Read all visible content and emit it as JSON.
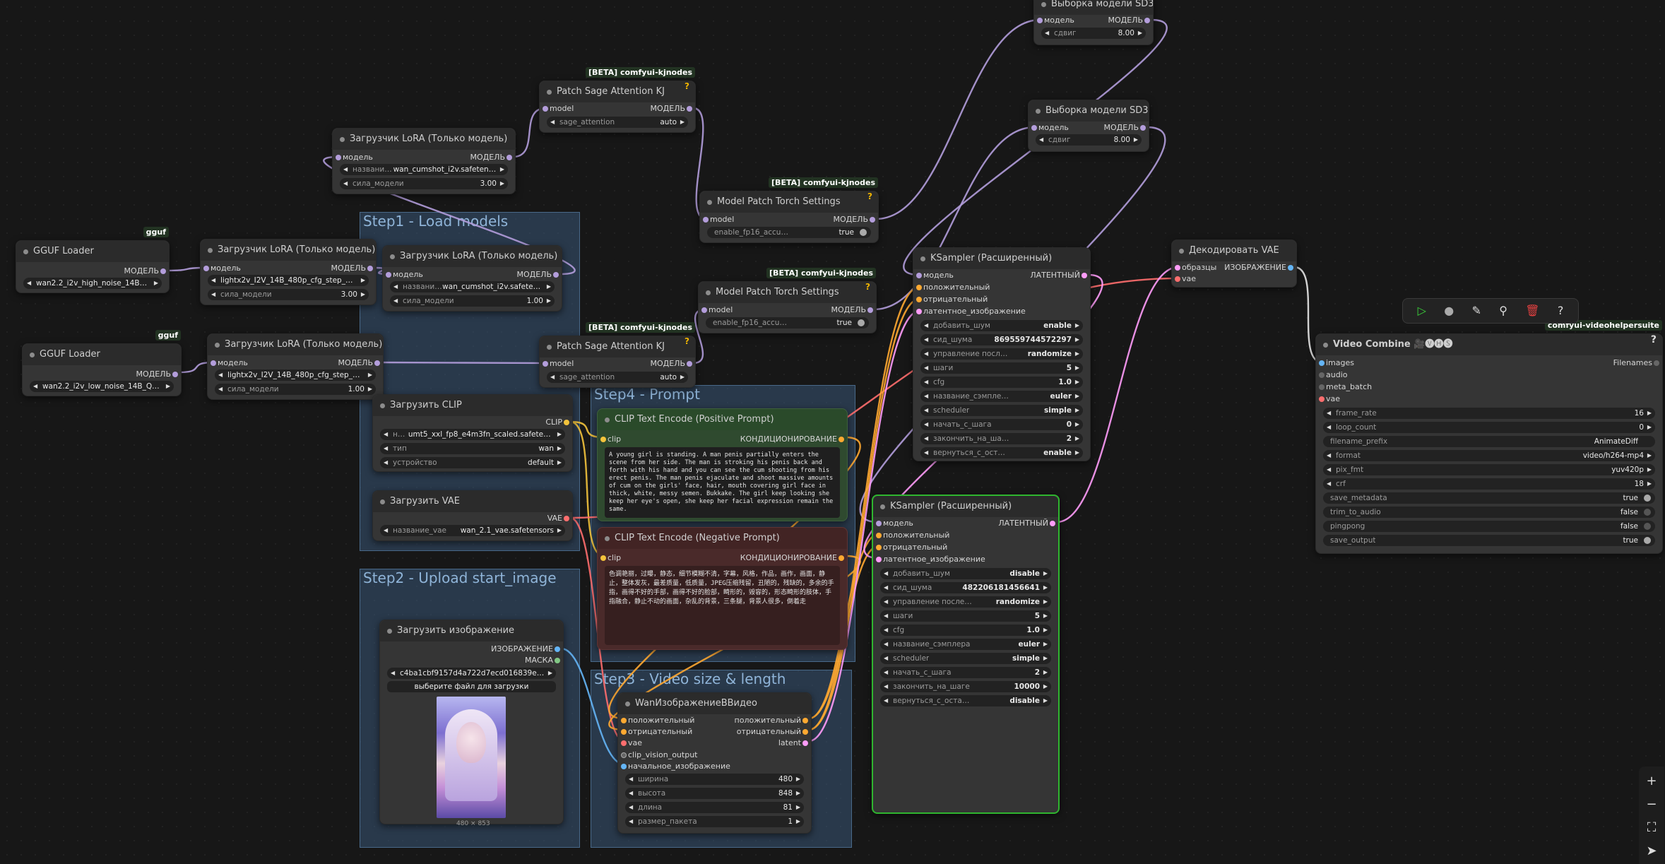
{
  "colors": {
    "model": "#b39ddb",
    "clip": "#f3c33c",
    "vae": "#ff6e6e",
    "cond": "#ffa931",
    "latent": "#ff9cf9",
    "image": "#64b5f6",
    "sage": "#8a8a8a"
  },
  "groups": {
    "g1": "Step1 - Load models",
    "g2": "Step2 - Upload start_image",
    "g3": "Step3 - Video size & length",
    "g4": "Step4 - Prompt"
  },
  "nodes": {
    "gguf1": {
      "title": "GGUF Loader",
      "badge": "gguf",
      "out": "МОДЕЛЬ",
      "w_value": "wan2.2_i2v_high_noise_14B_Q..."
    },
    "gguf2": {
      "title": "GGUF Loader",
      "badge": "gguf",
      "out": "МОДЕЛЬ",
      "w_value": "wan2.2_i2v_low_noise_14B_Q4 ..."
    },
    "lora1": {
      "title": "Загрузчик LoRA (Только модель)",
      "in": "модель",
      "out": "МОДЕЛЬ",
      "w1_label": "название...",
      "w1_value": "wan_cumshot_i2v.safetensors",
      "w2_label": "сила_модели",
      "w2_value": "3.00"
    },
    "lora2": {
      "title": "Загрузчик LoRA (Только модель)",
      "in": "модель",
      "out": "МОДЕЛЬ",
      "w1_value": "lightx2v_I2V_14B_480p_cfg_step_distill ...",
      "w2_label": "сила_модели",
      "w2_value": "3.00"
    },
    "lora3": {
      "title": "Загрузчик LoRA (Только модель)",
      "in": "модель",
      "out": "МОДЕЛЬ",
      "w1_label": "название...",
      "w1_value": "wan_cumshot_i2v.safetensors",
      "w2_label": "сила_модели",
      "w2_value": "1.00"
    },
    "lora4": {
      "title": "Загрузчик LoRA (Только модель)",
      "in": "модель",
      "out": "МОДЕЛЬ",
      "w1_value": "lightx2v_I2V_14B_480p_cfg_step_distill ...",
      "w2_label": "сила_модели",
      "w2_value": "1.00"
    },
    "sage1": {
      "title": "Patch Sage Attention KJ",
      "badge": "[BETA] comfyui-kjnodes",
      "q": "?",
      "in": "model",
      "out": "МОДЕЛЬ",
      "w_label": "sage_attention",
      "w_value": "auto"
    },
    "sage2": {
      "title": "Patch Sage Attention KJ",
      "badge": "[BETA] comfyui-kjnodes",
      "q": "?",
      "in": "model",
      "out": "МОДЕЛЬ",
      "w_label": "sage_attention",
      "w_value": "auto"
    },
    "torch1": {
      "title": "Model Patch Torch Settings",
      "badge": "[BETA] comfyui-kjnodes",
      "q": "?",
      "in": "model",
      "out": "МОДЕЛЬ",
      "w_label": "enable_fp16_accumulation",
      "w_value": "true"
    },
    "torch2": {
      "title": "Model Patch Torch Settings",
      "badge": "[BETA] comfyui-kjnodes",
      "q": "?",
      "in": "model",
      "out": "МОДЕЛЬ",
      "w_label": "enable_fp16_accumulation",
      "w_value": "true"
    },
    "sd3a": {
      "title": "Выборка модели SD3",
      "in": "модель",
      "out": "МОДЕЛЬ",
      "w_label": "сдвиг",
      "w_value": "8.00"
    },
    "sd3b": {
      "title": "Выборка модели SD3",
      "in": "модель",
      "out": "МОДЕЛЬ",
      "w_label": "сдвиг",
      "w_value": "8.00"
    },
    "clipload": {
      "title": "Загрузить CLIP",
      "out": "CLIP",
      "w1_label": "на...",
      "w1_value": "umt5_xxl_fp8_e4m3fn_scaled.safetensors",
      "w2_label": "тип",
      "w2_value": "wan",
      "w3_label": "устройство",
      "w3_value": "default"
    },
    "vaeload": {
      "title": "Загрузить VAE",
      "out": "VAE",
      "w_label": "название_vae",
      "w_value": "wan_2.1_vae.safetensors"
    },
    "imgload": {
      "title": "Загрузить изображение",
      "out1": "ИЗОБРАЖЕНИЕ",
      "out2": "МАСКА",
      "w_value": "c4ba1cbf9157d4a722d7ecd016839e6c.jpg",
      "button": "выберите файл для загрузки",
      "caption": "480 × 853"
    },
    "clippos": {
      "title": "CLIP Text Encode (Positive Prompt)",
      "in": "clip",
      "out": "КОНДИЦИОНИРОВАНИЕ",
      "text": "A young girl is standing. A man penis partially enters the scene from her side. The man is stroking his penis back and forth with his hand and you can see the cum shooting from his erect penis. The man penis ejaculate and shoot massive amounts of cum on the girls' face, hair, mouth covering girl face in thick, white, messy semen. Bukkake. The girl keep looking she keep her eye's open, she keep her facial expression remain the same."
    },
    "clipneg": {
      "title": "CLIP Text Encode (Negative Prompt)",
      "in": "clip",
      "out": "КОНДИЦИОНИРОВАНИЕ",
      "text": "色调艳丽，过曝，静态，细节模糊不清，字幕，风格，作品，画作，画面，静止，整体发灰，最差质量，低质量，JPEG压缩残留，丑陋的，残缺的，多余的手指，画得不好的手部，画得不好的脸部，畸形的，毁容的，形态畸形的肢体，手指融合，静止不动的画面，杂乱的背景，三条腿，背景人很多，倒着走"
    },
    "wan": {
      "title": "WanИзображениеВВидео",
      "in1": "положительный",
      "in2": "отрицательный",
      "in3": "vae",
      "in4": "clip_vision_output",
      "in5": "начальное_изображение",
      "out1": "положительный",
      "out2": "отрицательный",
      "out3": "latent",
      "w1_label": "ширина",
      "w1_value": "480",
      "w2_label": "высота",
      "w2_value": "848",
      "w3_label": "длина",
      "w3_value": "81",
      "w4_label": "размер_пакета",
      "w4_value": "1"
    },
    "ks1": {
      "title": "KSampler (Расширенный)",
      "in1": "модель",
      "in2": "положительный",
      "in3": "отрицательный",
      "in4": "латентное_изображение",
      "out": "ЛАТЕНТНЫЙ",
      "w": [
        [
          "добавить_шум",
          "enable"
        ],
        [
          "сид_шума",
          "869559744572297"
        ],
        [
          "управление после генерац...",
          "randomize"
        ],
        [
          "шаги",
          "5"
        ],
        [
          "cfg",
          "1.0"
        ],
        [
          "название_сэмплера",
          "euler"
        ],
        [
          "scheduler",
          "simple"
        ],
        [
          "начать_с_шага",
          "0"
        ],
        [
          "закончить_на_шаге",
          "2"
        ],
        [
          "вернуться_с_оставшимся_шу...",
          "enable"
        ]
      ]
    },
    "ks2": {
      "title": "KSampler (Расширенный)",
      "in1": "модель",
      "in2": "положительный",
      "in3": "отрицательный",
      "in4": "латентное_изображение",
      "out": "ЛАТЕНТНЫЙ",
      "w": [
        [
          "добавить_шум",
          "disable"
        ],
        [
          "сид_шума",
          "482206181456641"
        ],
        [
          "управление после генерац...",
          "randomize"
        ],
        [
          "шаги",
          "5"
        ],
        [
          "cfg",
          "1.0"
        ],
        [
          "название_сэмплера",
          "euler"
        ],
        [
          "scheduler",
          "simple"
        ],
        [
          "начать_с_шага",
          "2"
        ],
        [
          "закончить_на_шаге",
          "10000"
        ],
        [
          "вернуться_с_оставшимся_шу...",
          "disable"
        ]
      ]
    },
    "vaedec": {
      "title": "Декодировать VAE",
      "in1": "образцы",
      "in2": "vae",
      "out": "ИЗОБРАЖЕНИЕ"
    },
    "vcomb": {
      "title": "Video Combine 🎥🅥🅗🅢",
      "badge": "comfyui-videohelpersuite",
      "q": "?",
      "in1": "images",
      "in2": "audio",
      "in3": "meta_batch",
      "in4": "vae",
      "out": "Filenames",
      "w": [
        [
          "frame_rate",
          "16",
          "arrow"
        ],
        [
          "loop_count",
          "0",
          "arrow"
        ],
        [
          "filename_prefix",
          "AnimateDiff",
          "text"
        ],
        [
          "format",
          "video/h264-mp4",
          "arrow"
        ],
        [
          "pix_fmt",
          "yuv420p",
          "arrow"
        ],
        [
          "crf",
          "18",
          "arrow"
        ],
        [
          "save_metadata",
          "true",
          "toggle"
        ],
        [
          "trim_to_audio",
          "false",
          "toggle"
        ],
        [
          "pingpong",
          "false",
          "toggle"
        ],
        [
          "save_output",
          "true",
          "toggle"
        ]
      ]
    }
  },
  "toolbar": {
    "run": "▷",
    "record": "●",
    "pin": "✎",
    "bookmark": "⚲",
    "delete": "🗑",
    "help": "?"
  },
  "zoom": {
    "plus": "+",
    "minus": "−",
    "fit": "⛶",
    "locate": "➤"
  }
}
